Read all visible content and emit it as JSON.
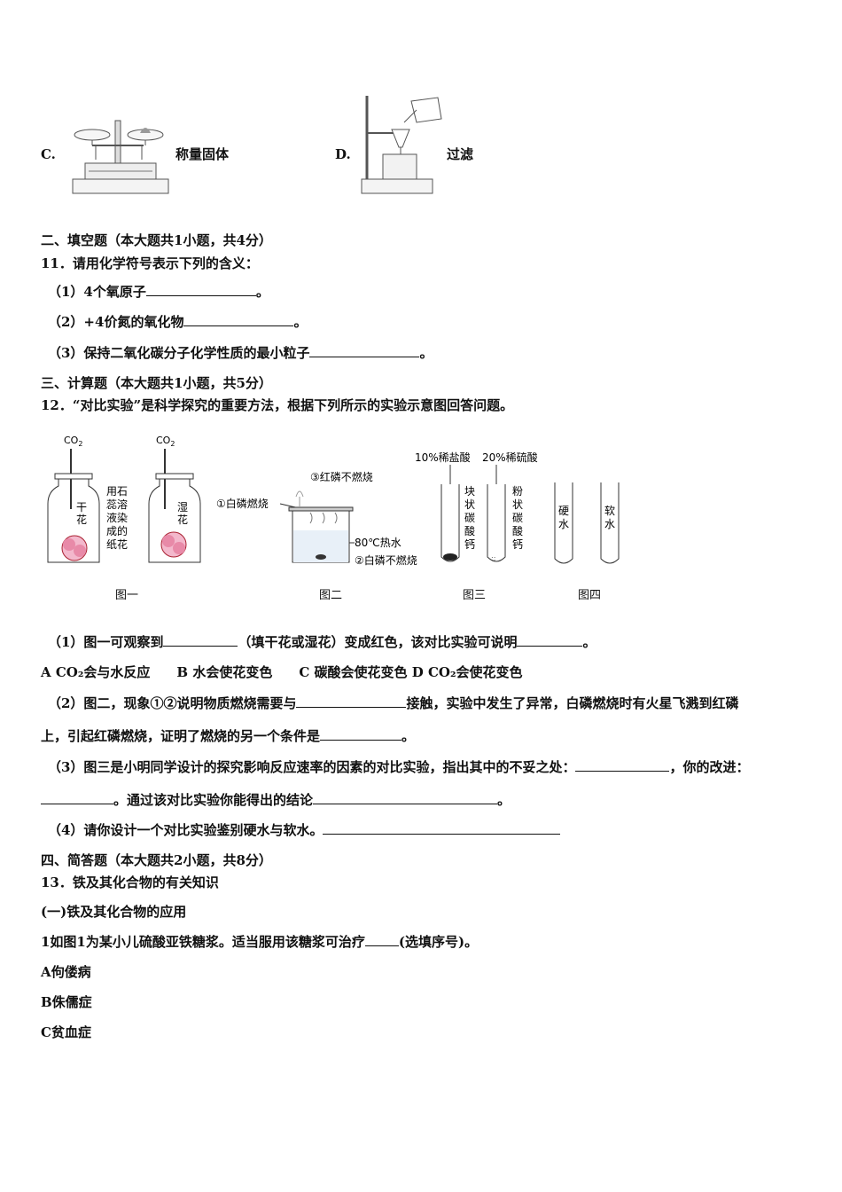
{
  "options": {
    "c_label": "C.",
    "c_text": "称量固体",
    "d_label": "D.",
    "d_text": "过滤"
  },
  "sec2": {
    "header": "二、填空题（本大题共1小题，共4分）",
    "q11": "11．请用化学符号表示下列的含义：",
    "q11_1": "（1）4个氧原子",
    "q11_2": "（2）+4价氮的氧化物",
    "q11_3": "（3）保持二氧化碳分子化学性质的最小粒子",
    "end": "。"
  },
  "sec3": {
    "header": "三、计算题（本大题共1小题，共5分）",
    "q12": "12．“对比实验”是科学探究的重要方法，根据下列所示的实验示意图回答问题。"
  },
  "figures": {
    "co2_a": "CO",
    "co2_b": "CO",
    "co2_sub": "2",
    "dry": "干花",
    "wet": "湿花",
    "note": [
      "用石",
      "蕊溶",
      "液染",
      "成的",
      "纸花"
    ],
    "fig2_1": "①白磷燃烧",
    "fig2_2": "②白磷不燃烧",
    "fig2_3": "③红磷不燃烧",
    "fig2_water": "80℃热水",
    "fig3_acid1": "10%稀盐酸",
    "fig3_acid2": "20%稀硫酸",
    "fig3_s1": "块状碳酸钙",
    "fig3_s2": "粉状碳酸钙",
    "fig4_hard": "硬水",
    "fig4_soft": "软水",
    "cap1": "图一",
    "cap2": "图二",
    "cap3": "图三",
    "cap4": "图四"
  },
  "q12_parts": {
    "p1a": "（1）图一可观察到",
    "p1b": "（填干花或湿花）变成红色，该对比实验可说明",
    "p1c": "。",
    "choices": "A CO₂会与水反应　　B 水会使花变色　　C 碳酸会使花变色 D CO₂会使花变色",
    "p2a": "（2）图二，现象①②说明物质燃烧需要与",
    "p2b": "接触，实验中发生了异常，白磷燃烧时有火星飞溅到红磷",
    "p2c": "上，引起红磷燃烧，证明了燃烧的另一个条件是",
    "p2d": "。",
    "p3a": "（3）图三是小明同学设计的探究影响反应速率的因素的对比实验，指出其中的不妥之处：",
    "p3b": "，你的改进：",
    "p3c": "。通过该对比实验你能得出的结论",
    "p3d": "。",
    "p4": "（4）请你设计一个对比实验鉴别硬水与软水。"
  },
  "sec4": {
    "header": "四、简答题（本大题共2小题，共8分）",
    "q13": "13．铁及其化合物的有关知识",
    "sub1": "(一)铁及其化合物的应用",
    "q13_1": "1如图1为某小儿硫酸亚铁糖浆。适当服用该糖浆可治疗",
    "q13_1b": "(选填序号)。",
    "optA": "A佝偻病",
    "optB": "B侏儒症",
    "optC": "C贫血症"
  }
}
